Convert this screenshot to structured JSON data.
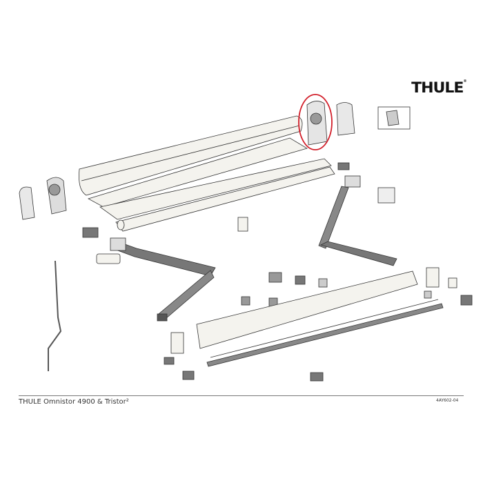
{
  "brand": {
    "logo_text": "THULE",
    "trademark": "®"
  },
  "footer": {
    "title": "THULE Omnistor 4900 & Tristor²",
    "code": "4AY602-04"
  },
  "highlight": {
    "color": "#d21f2a",
    "target": "end-cap-bracket"
  },
  "colors": {
    "line": "#333333",
    "part_fill": "#f4f3ee",
    "dark_part": "#555555"
  }
}
